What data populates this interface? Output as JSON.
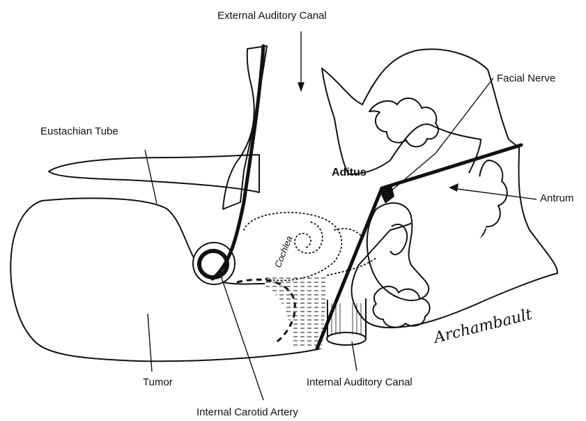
{
  "labels": {
    "external_auditory_canal": "External Auditory Canal",
    "facial_nerve": "Facial Nerve",
    "eustachian_tube": "Eustachian Tube",
    "aditus": "Aditus",
    "antrum": "Antrum",
    "cochlea": "Cochlea",
    "tumor": "Tumor",
    "internal_auditory_canal": "Internal Auditory Canal",
    "internal_carotid_artery": "Internal Carotid Artery"
  },
  "signature": "Archambault",
  "colors": {
    "ink": "#111111",
    "paper": "#ffffff"
  }
}
